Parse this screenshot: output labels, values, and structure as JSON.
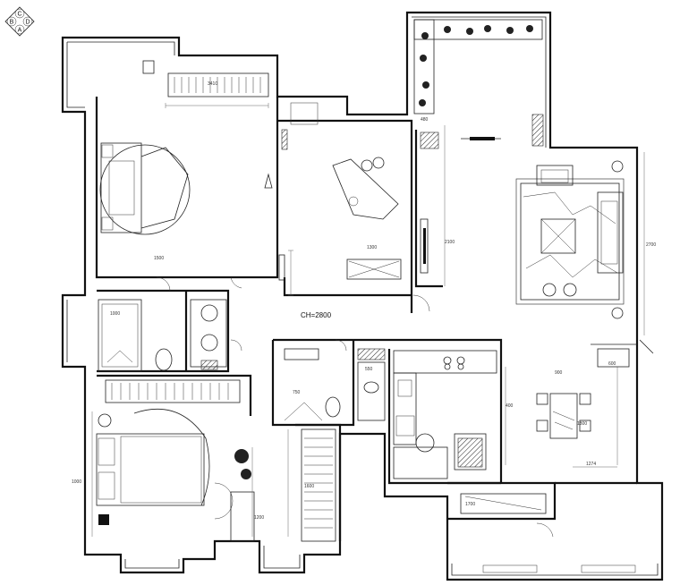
{
  "title": "",
  "compass": {
    "top": "C",
    "left": "B",
    "right": "D",
    "bottom": "A"
  },
  "ceiling_height_label": "CH=2800",
  "colors": {
    "line": "#111111",
    "background": "#ffffff"
  },
  "dimensions": {
    "d1": "3410",
    "d2": "1000",
    "d3": "1300",
    "d4": "2700",
    "d5": "2100",
    "d6": "1600",
    "d7": "550",
    "d8": "750",
    "d9": "480",
    "d10": "900",
    "d11": "1800",
    "d12": "600",
    "d13": "1274",
    "d14": "1000",
    "d15": "1200",
    "d16": "1700",
    "d17": "1500",
    "d18": "400"
  }
}
